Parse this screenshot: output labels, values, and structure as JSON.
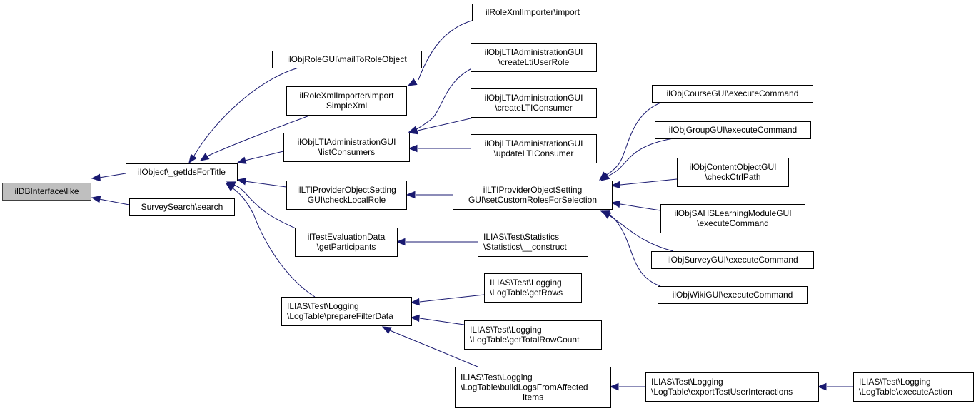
{
  "diagram": {
    "type": "call-graph",
    "direction": "right-to-left",
    "colors": {
      "edge": "#191970",
      "root_fill": "#bfbfbf",
      "node_fill": "#ffffff",
      "border": "#000000"
    },
    "nodes": [
      {
        "id": "like",
        "lines": [
          "ilDBInterface\\like"
        ],
        "root": true
      },
      {
        "id": "getIdsForTitle",
        "lines": [
          "ilObject\\_getIdsForTitle"
        ]
      },
      {
        "id": "surveySearch",
        "lines": [
          "SurveySearch\\search"
        ]
      },
      {
        "id": "mailToRoleObject",
        "lines": [
          "ilObjRoleGUI\\mailToRoleObject"
        ]
      },
      {
        "id": "importSimpleXml",
        "lines": [
          "ilRoleXmlImporter\\import",
          "SimpleXml"
        ]
      },
      {
        "id": "listConsumers",
        "lines": [
          "ilObjLTIAdministrationGUI",
          "\\listConsumers"
        ]
      },
      {
        "id": "checkLocalRole",
        "lines": [
          "ilLTIProviderObjectSetting",
          "GUI\\checkLocalRole"
        ]
      },
      {
        "id": "getParticipants",
        "lines": [
          "ilTestEvaluationData",
          "\\getParticipants"
        ]
      },
      {
        "id": "prepareFilterData",
        "lines": [
          "ILIAS\\Test\\Logging",
          "\\LogTable\\prepareFilterData"
        ]
      },
      {
        "id": "roleImport",
        "lines": [
          "ilRoleXmlImporter\\import"
        ]
      },
      {
        "id": "createLtiUserRole",
        "lines": [
          "ilObjLTIAdministrationGUI",
          "\\createLtiUserRole"
        ]
      },
      {
        "id": "createLTIConsumer",
        "lines": [
          "ilObjLTIAdministrationGUI",
          "\\createLTIConsumer"
        ]
      },
      {
        "id": "updateLTIConsumer",
        "lines": [
          "ilObjLTIAdministrationGUI",
          "\\updateLTIConsumer"
        ]
      },
      {
        "id": "setCustomRoles",
        "lines": [
          "ilLTIProviderObjectSetting",
          "GUI\\setCustomRolesForSelection"
        ]
      },
      {
        "id": "statisticsConstruct",
        "lines": [
          "ILIAS\\Test\\Statistics",
          "\\Statistics\\__construct"
        ]
      },
      {
        "id": "getRows",
        "lines": [
          "ILIAS\\Test\\Logging",
          "\\LogTable\\getRows"
        ]
      },
      {
        "id": "getTotalRowCount",
        "lines": [
          "ILIAS\\Test\\Logging",
          "\\LogTable\\getTotalRowCount"
        ]
      },
      {
        "id": "buildLogs",
        "lines": [
          "ILIAS\\Test\\Logging",
          "\\LogTable\\buildLogsFromAffected",
          "Items"
        ]
      },
      {
        "id": "courseExec",
        "lines": [
          "ilObjCourseGUI\\executeCommand"
        ]
      },
      {
        "id": "groupExec",
        "lines": [
          "ilObjGroupGUI\\executeCommand"
        ]
      },
      {
        "id": "checkCtrlPath",
        "lines": [
          "ilObjContentObjectGUI",
          "\\checkCtrlPath"
        ]
      },
      {
        "id": "sahsExec",
        "lines": [
          "ilObjSAHSLearningModuleGUI",
          "\\executeCommand"
        ]
      },
      {
        "id": "surveyExec",
        "lines": [
          "ilObjSurveyGUI\\executeCommand"
        ]
      },
      {
        "id": "wikiExec",
        "lines": [
          "ilObjWikiGUI\\executeCommand"
        ]
      },
      {
        "id": "exportInteractions",
        "lines": [
          "ILIAS\\Test\\Logging",
          "\\LogTable\\exportTestUserInteractions"
        ]
      },
      {
        "id": "executeAction",
        "lines": [
          "ILIAS\\Test\\Logging",
          "\\LogTable\\executeAction"
        ]
      }
    ],
    "edges": [
      {
        "from": "getIdsForTitle",
        "to": "like"
      },
      {
        "from": "surveySearch",
        "to": "like"
      },
      {
        "from": "mailToRoleObject",
        "to": "getIdsForTitle"
      },
      {
        "from": "importSimpleXml",
        "to": "getIdsForTitle"
      },
      {
        "from": "listConsumers",
        "to": "getIdsForTitle"
      },
      {
        "from": "checkLocalRole",
        "to": "getIdsForTitle"
      },
      {
        "from": "getParticipants",
        "to": "getIdsForTitle"
      },
      {
        "from": "prepareFilterData",
        "to": "getIdsForTitle"
      },
      {
        "from": "roleImport",
        "to": "importSimpleXml"
      },
      {
        "from": "createLtiUserRole",
        "to": "listConsumers"
      },
      {
        "from": "createLTIConsumer",
        "to": "listConsumers"
      },
      {
        "from": "updateLTIConsumer",
        "to": "listConsumers"
      },
      {
        "from": "setCustomRoles",
        "to": "checkLocalRole"
      },
      {
        "from": "statisticsConstruct",
        "to": "getParticipants"
      },
      {
        "from": "getRows",
        "to": "prepareFilterData"
      },
      {
        "from": "getTotalRowCount",
        "to": "prepareFilterData"
      },
      {
        "from": "buildLogs",
        "to": "prepareFilterData"
      },
      {
        "from": "courseExec",
        "to": "setCustomRoles"
      },
      {
        "from": "groupExec",
        "to": "setCustomRoles"
      },
      {
        "from": "checkCtrlPath",
        "to": "setCustomRoles"
      },
      {
        "from": "sahsExec",
        "to": "setCustomRoles"
      },
      {
        "from": "surveyExec",
        "to": "setCustomRoles"
      },
      {
        "from": "wikiExec",
        "to": "setCustomRoles"
      },
      {
        "from": "exportInteractions",
        "to": "buildLogs"
      },
      {
        "from": "executeAction",
        "to": "exportInteractions"
      }
    ]
  }
}
